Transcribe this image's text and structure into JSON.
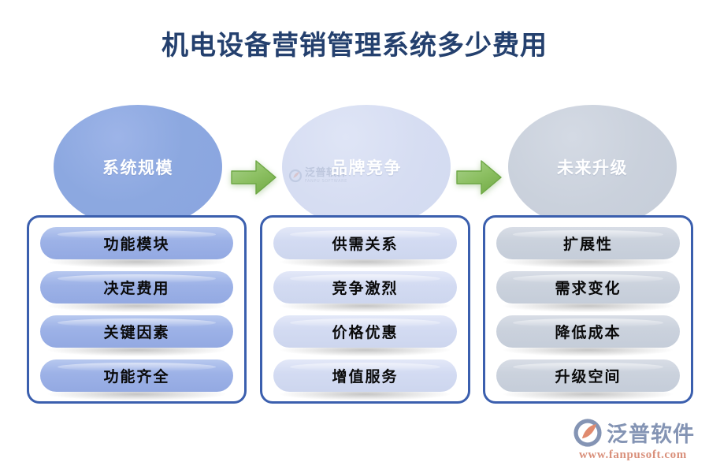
{
  "page": {
    "title": "机电设备营销管理系统多少费用",
    "title_color": "#24406e",
    "background": "#ffffff"
  },
  "colors": {
    "frame_border": "#3b5fae",
    "arrow_green": "#8DC063",
    "arrow_green_dark": "#6EA845",
    "column1_circle": "#8CA8E0",
    "column2_circle": "#D6DDF2",
    "column3_circle": "#CAD1DC",
    "column1_pill": "#9DB2E7",
    "column2_pill": "#D3DBF2",
    "column3_pill": "#CBD2DD",
    "brand_text": "#8494b4",
    "brand_url": "#d98f7a"
  },
  "columns": [
    {
      "id": "system-scale",
      "heading": "系统规模",
      "items": [
        "功能模块",
        "决定费用",
        "关键因素",
        "功能齐全"
      ]
    },
    {
      "id": "brand-competition",
      "heading": "品牌竞争",
      "items": [
        "供需关系",
        "竞争激烈",
        "价格优惠",
        "增值服务"
      ]
    },
    {
      "id": "future-upgrade",
      "heading": "未来升级",
      "items": [
        "扩展性",
        "需求变化",
        "降低成本",
        "升级空间"
      ]
    }
  ],
  "arrows": [
    {
      "id": "arrow-1",
      "direction": "right",
      "icon": "arrow-right-icon"
    },
    {
      "id": "arrow-2",
      "direction": "right",
      "icon": "arrow-right-icon"
    }
  ],
  "watermark": {
    "name_cn": "泛普软件",
    "name_en": "FANPU SOFTWARE"
  },
  "brand": {
    "name_cn": "泛普软件",
    "url": "www.fanpusoft.com",
    "logo_icon": "fanpu-logo-icon"
  }
}
